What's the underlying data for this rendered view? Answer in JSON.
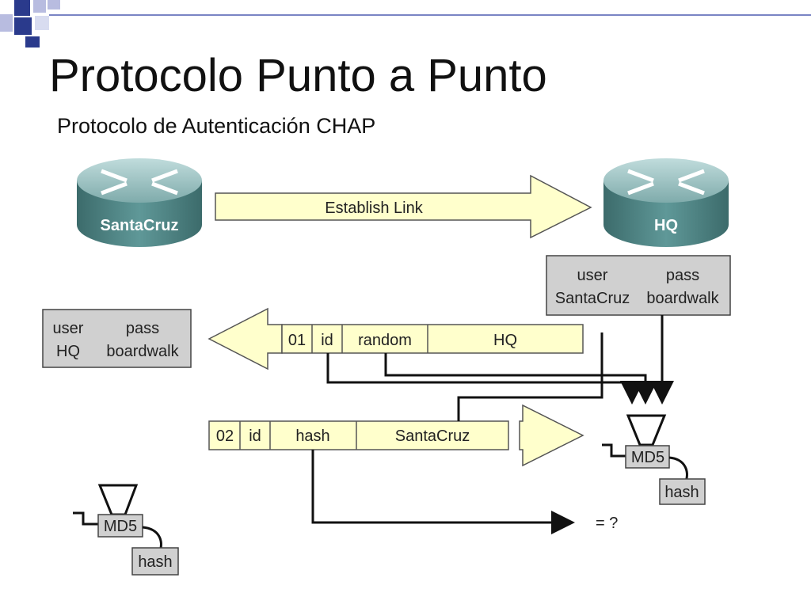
{
  "slide": {
    "title": "Protocolo Punto a Punto",
    "subtitle": "Protocolo de Autenticación CHAP"
  },
  "colors": {
    "arrow_fill": "#ffffcc",
    "arrow_stroke": "#555555",
    "table_fill": "#d0d0d0",
    "router_body": "#4b8080",
    "router_top": "#a8c8c8",
    "line": "#111111",
    "deco_navy": "#2a3a8c",
    "deco_light": "#b8bce0"
  },
  "routers": {
    "left": {
      "label": "SantaCruz"
    },
    "right": {
      "label": "HQ"
    }
  },
  "establish_link": {
    "label": "Establish Link"
  },
  "hq_db": {
    "header": [
      "user",
      "pass"
    ],
    "row": [
      "SantaCruz",
      "boardwalk"
    ]
  },
  "santacruz_db": {
    "header": [
      "user",
      "pass"
    ],
    "row": [
      "HQ",
      "boardwalk"
    ]
  },
  "challenge_packet": {
    "fields": [
      "01",
      "id",
      "random",
      "HQ"
    ]
  },
  "response_packet": {
    "fields": [
      "02",
      "id",
      "hash",
      "SantaCruz"
    ]
  },
  "md5_right": {
    "label": "MD5",
    "output": "hash"
  },
  "md5_left": {
    "label": "MD5",
    "output": "hash"
  },
  "compare": {
    "label": "= ?"
  }
}
